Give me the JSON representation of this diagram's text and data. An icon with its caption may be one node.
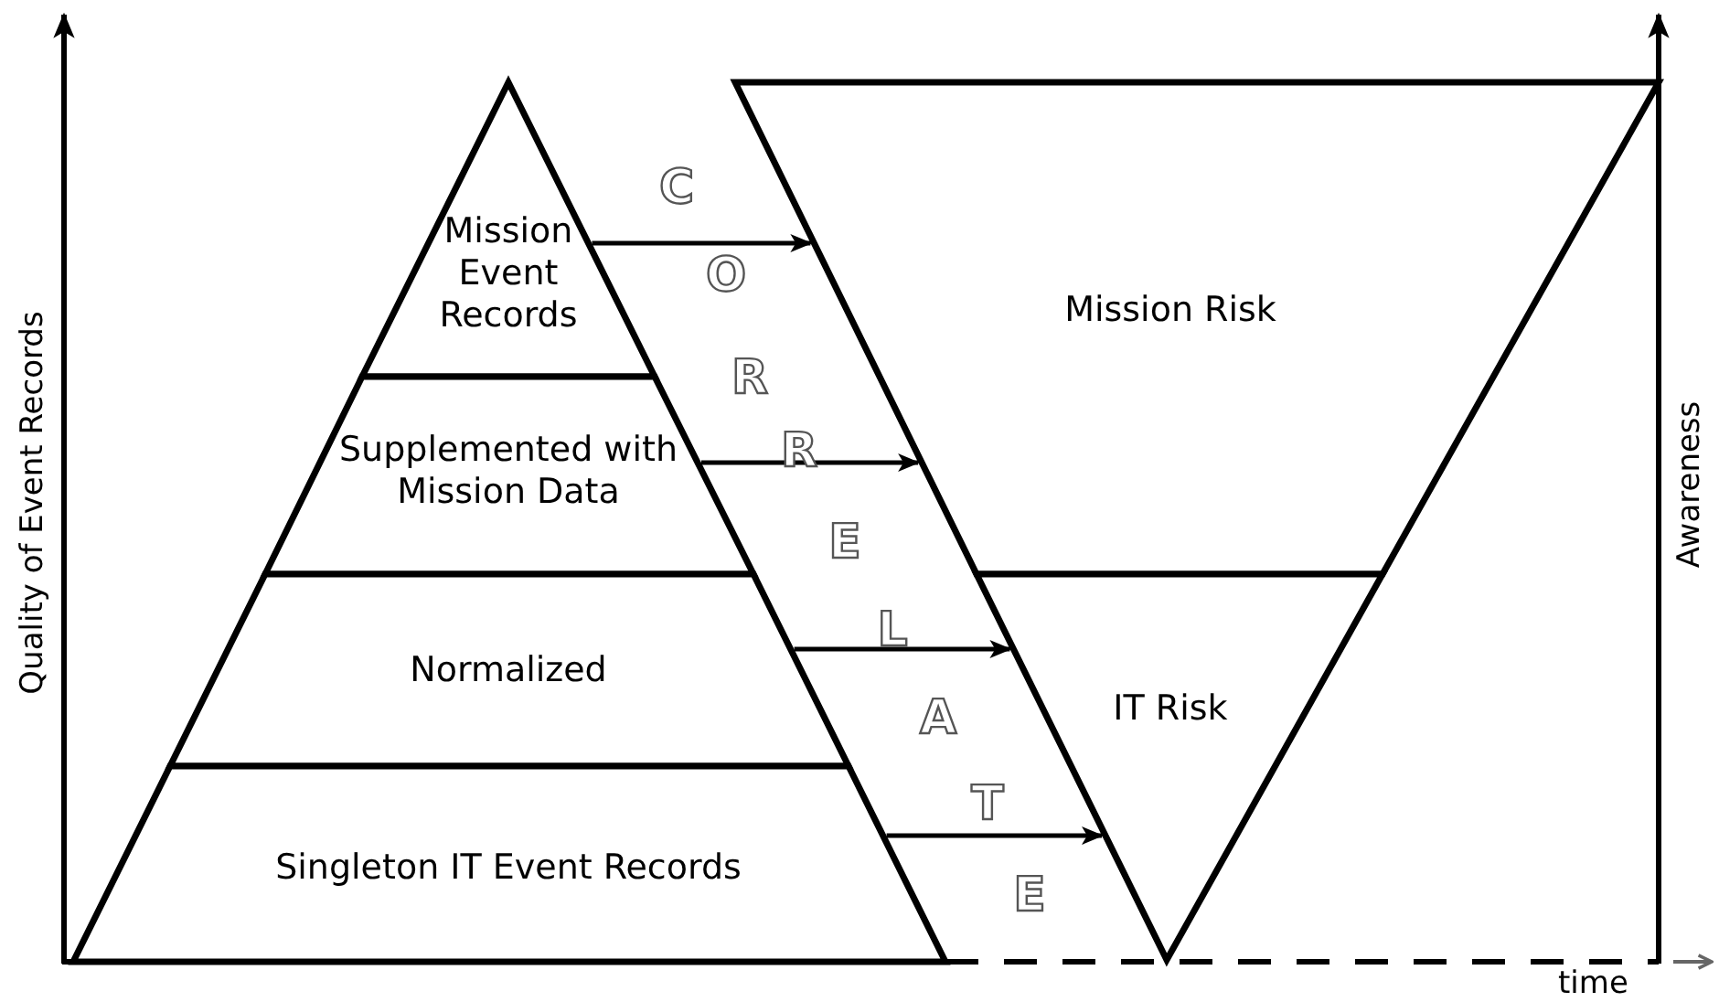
{
  "diagram": {
    "nodes": [
      {
        "text": [
          "Mission Event Records"
        ]
      },
      {
        "text": [
          "Supplemented with Mission Data"
        ]
      },
      {
        "text": [
          "Normalized"
        ]
      },
      {
        "text": [
          "Singleton IT Event Records"
        ]
      },
      {
        "text": [
          "Mission Risk"
        ]
      },
      {
        "text": [
          "IT Risk"
        ]
      }
    ],
    "edges": [
      {
        "from": 0,
        "to": 4,
        "arrow": "to"
      },
      {
        "from": 1,
        "to": 4,
        "arrow": "to"
      },
      {
        "from": 2,
        "to": 5,
        "arrow": "to"
      },
      {
        "from": 3,
        "to": 5,
        "arrow": "to"
      }
    ],
    "labels": [
      "C",
      "O",
      "R",
      "R",
      "E",
      "L",
      "A",
      "T",
      "E",
      "Quality of Event Records",
      "Awareness",
      "time"
    ]
  }
}
